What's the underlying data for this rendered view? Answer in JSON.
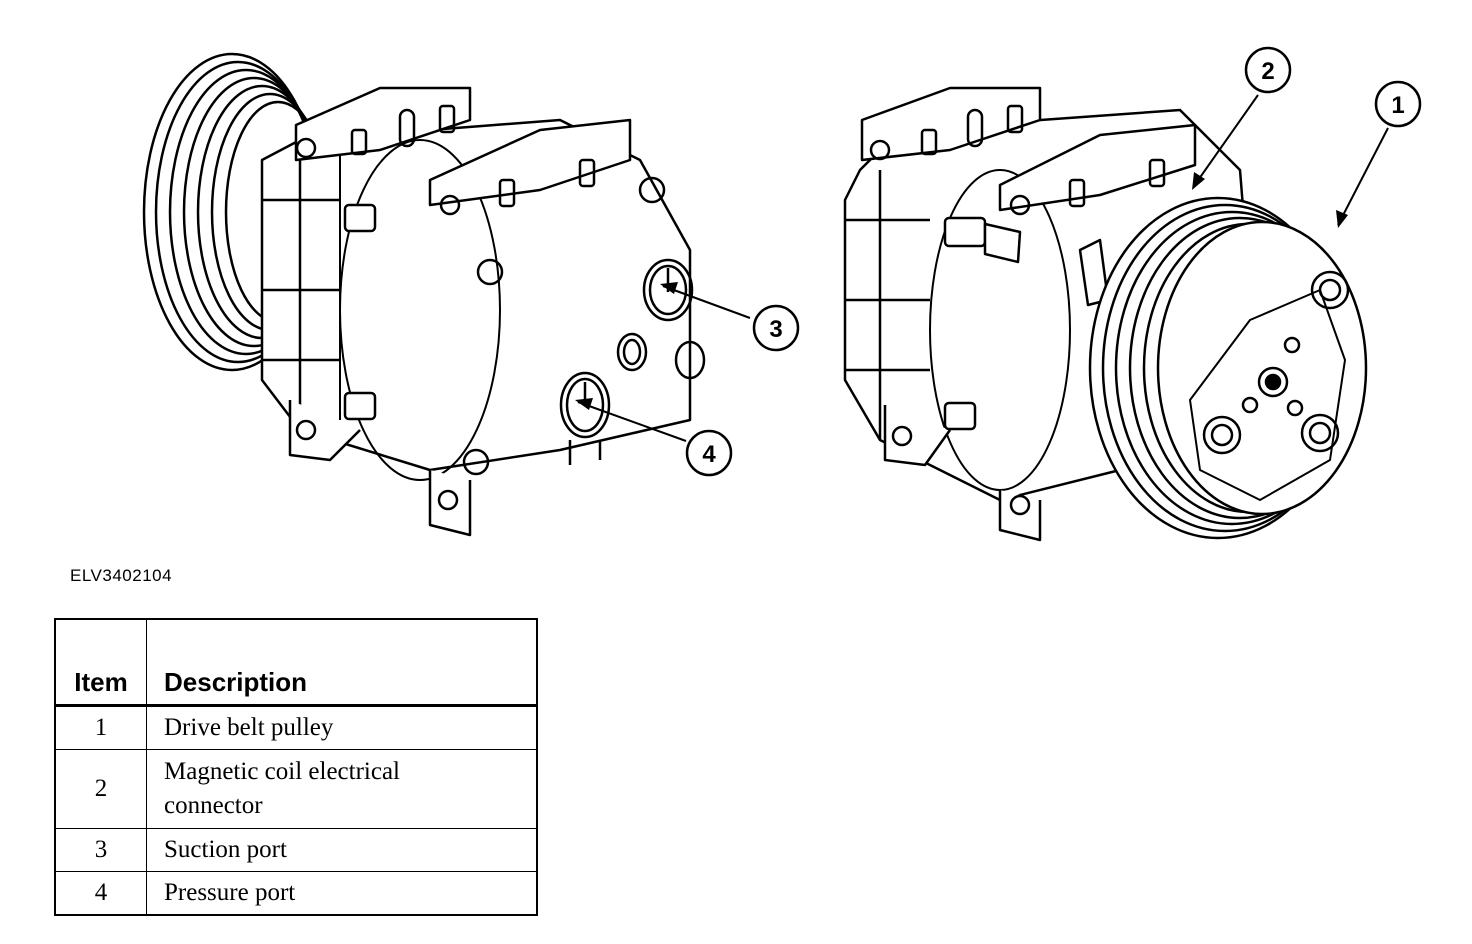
{
  "figure_id": "ELV3402104",
  "callouts": [
    "1",
    "2",
    "3",
    "4"
  ],
  "table": {
    "headers": {
      "item": "Item",
      "description": "Description"
    },
    "rows": [
      {
        "item": "1",
        "description": "Drive belt pulley"
      },
      {
        "item": "2",
        "description": "Magnetic coil electrical connector"
      },
      {
        "item": "3",
        "description": "Suction port"
      },
      {
        "item": "4",
        "description": "Pressure port"
      }
    ]
  }
}
